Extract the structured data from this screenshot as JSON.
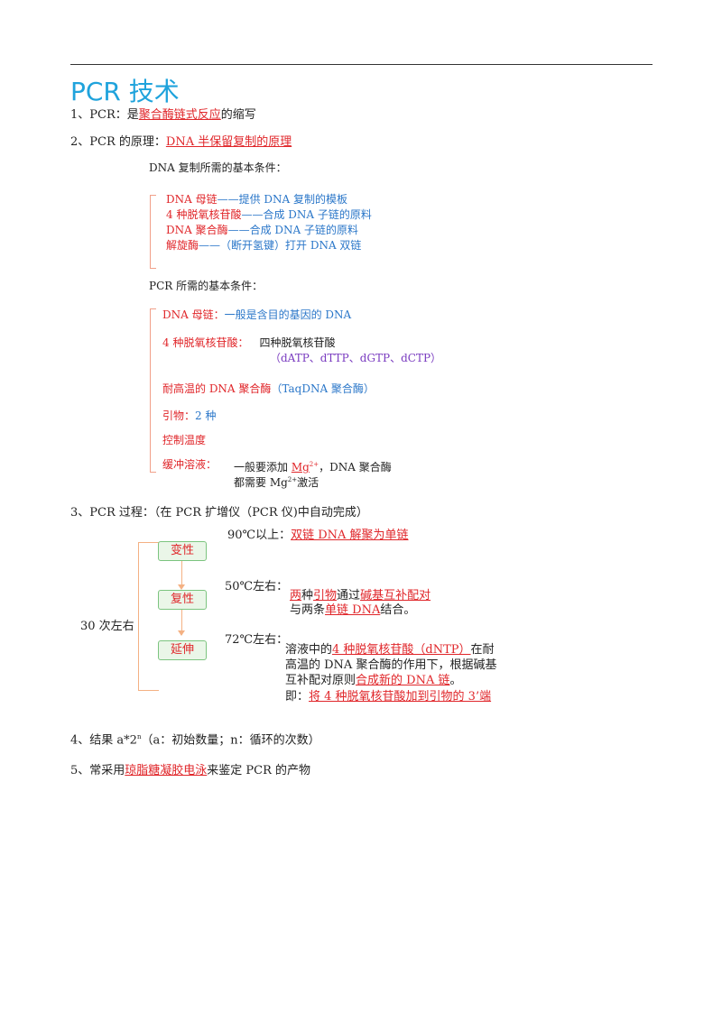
{
  "title": "PCR 技术",
  "item1": {
    "prefix": "1、PCR：是",
    "highlight": "聚合酶链式反应",
    "suffix": "的缩写"
  },
  "item2": {
    "prefix": "2、PCR 的原理：",
    "highlight": "DNA 半保留复制的原理"
  },
  "dna_replication": {
    "heading": "DNA 复制所需的基本条件：",
    "rows": [
      {
        "term": "DNA 母链",
        "desc": "——提供 DNA 复制的模板"
      },
      {
        "term": "4 种脱氧核苷酸",
        "desc": "——合成 DNA 子链的原料"
      },
      {
        "term": "DNA 聚合酶",
        "desc": "——合成 DNA 子链的原料"
      },
      {
        "term": "解旋酶",
        "desc": "——（断开氢键）打开 DNA 双链"
      }
    ]
  },
  "pcr_conditions": {
    "heading": "PCR 所需的基本条件：",
    "template": {
      "term": "DNA 母链：",
      "desc": "一般是含目的基因的 DNA"
    },
    "nucleotides": {
      "term": "4 种脱氧核苷酸：",
      "desc": "四种脱氧核苷酸",
      "list": "（dATP、dTTP、dGTP、dCTP）"
    },
    "polymerase": {
      "term": "耐高温的 DNA 聚合酶",
      "desc": "（TaqDNA 聚合酶）"
    },
    "primer": {
      "term": "引物：",
      "desc": "2 种"
    },
    "temperature": {
      "term": "控制温度"
    },
    "buffer": {
      "term": "缓冲溶液：",
      "line1_prefix": "一般要添加 ",
      "mg": "Mg",
      "charge": "2+",
      "line1_suffix": "，DNA 聚合酶",
      "line2_prefix": "都需要 Mg",
      "line2_suffix": "激活"
    }
  },
  "item3": {
    "label": "3、PCR 过程：（在 PCR 扩增仪（PCR 仪)中自动完成）"
  },
  "process": {
    "cycles": "30 次左右",
    "steps": [
      "变性",
      "复性",
      "延伸"
    ],
    "denature": {
      "temp": "90℃以上：",
      "desc": "双链 DNA 解聚为单链"
    },
    "anneal": {
      "temp": "50℃左右：",
      "l1a": "两",
      "l1b": "种",
      "l1c": "引物",
      "l1d": "通过",
      "l1e": "碱基互补配对",
      "l2a": "与两条",
      "l2b": "单链 DNA",
      "l2c": "结合。"
    },
    "extend": {
      "temp": "72℃左右：",
      "l1a": "溶液中的",
      "l1b": "4 种脱氧核苷酸（dNTP）",
      "l1c": "在耐",
      "l2": "高温的 DNA 聚合酶的作用下，根据碱基",
      "l3a": "互补配对原则",
      "l3b": "合成新的 DNA 链",
      "l3c": "。",
      "l4a": "即：",
      "l4b": "将 4 种脱氧核苷酸加到引物的 3’端"
    }
  },
  "item4": {
    "prefix": "4、结果 a*2",
    "exp": "n",
    "suffix": "（a：初始数量；n：循环的次数）"
  },
  "item5": {
    "prefix": "5、常采用",
    "highlight": "琼脂糖凝胶电泳",
    "suffix": "来鉴定 PCR 的产物"
  }
}
